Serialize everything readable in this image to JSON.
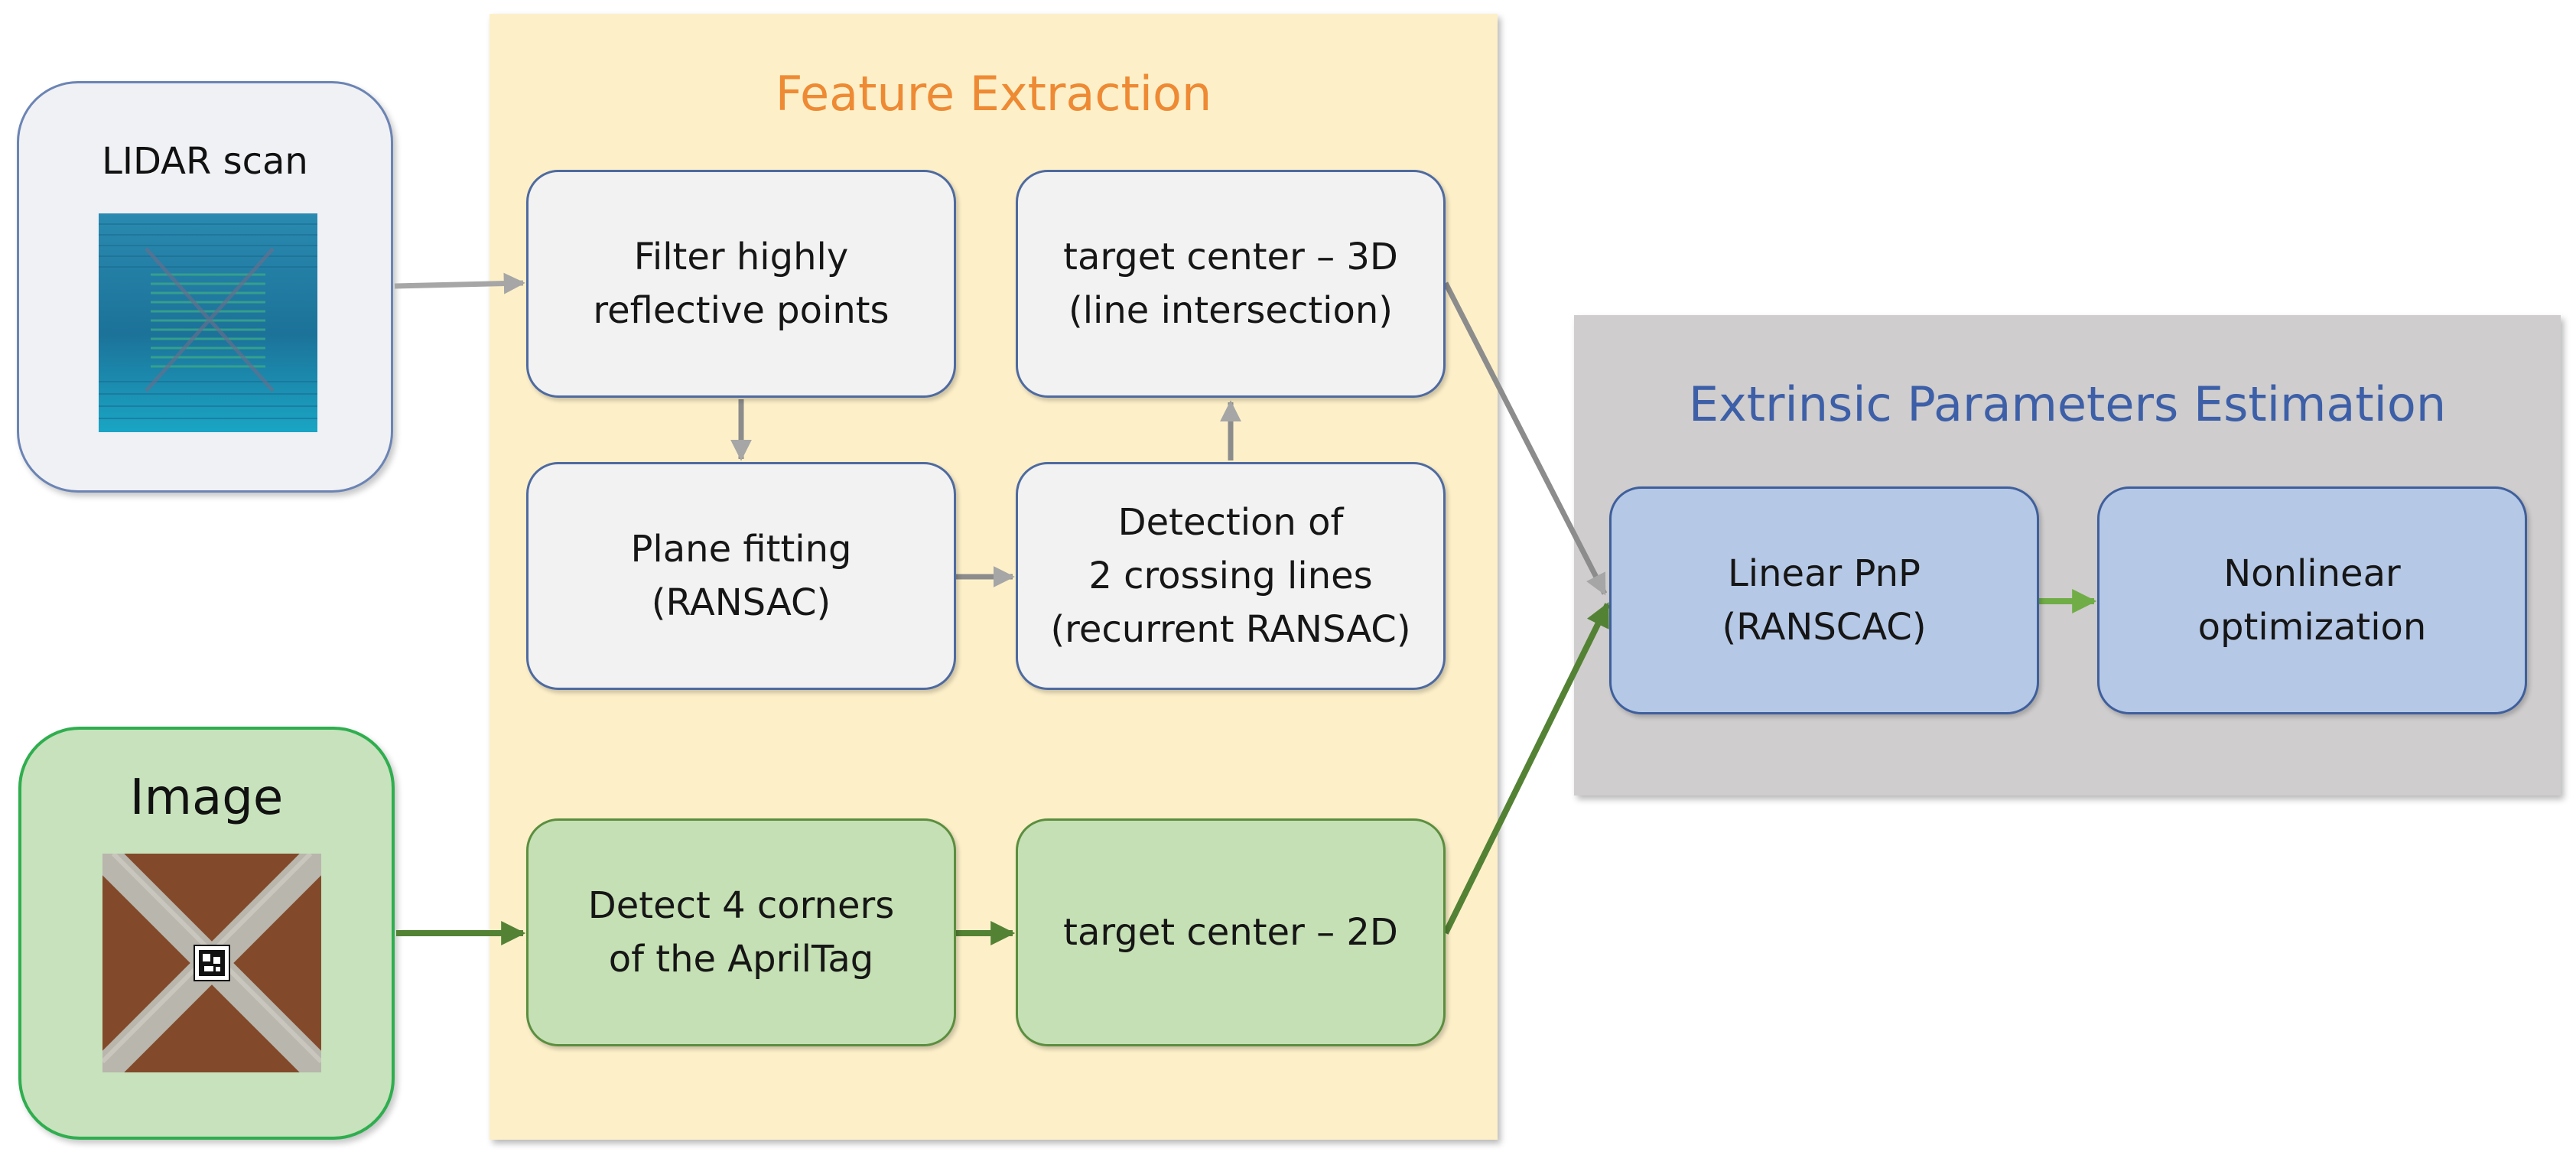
{
  "panels": {
    "feature_extraction": "Feature Extraction",
    "extrinsic_estimation": "Extrinsic Parameters Estimation"
  },
  "inputs": {
    "lidar": "LIDAR scan",
    "image": "Image"
  },
  "nodes": {
    "filter": [
      "Filter highly",
      "reflective points"
    ],
    "target_3d": [
      "target center – 3D",
      "(line intersection)"
    ],
    "plane": [
      "Plane fitting",
      "(RANSAC)"
    ],
    "detection": [
      "Detection of",
      "2 crossing lines",
      "(recurrent RANSAC)"
    ],
    "corners": [
      "Detect 4 corners",
      "of the AprilTag"
    ],
    "target_2d": [
      "target center – 2D"
    ],
    "linear_pnp": [
      "Linear PnP",
      "(RANSCAC)"
    ],
    "nonlinear": [
      "Nonlinear",
      "optimization"
    ]
  },
  "colors": {
    "gray_arrow": "#a6a6a6",
    "green_arrow": "#548235",
    "light_green_arrow": "#70ad47",
    "feature_title": "#ee8a34",
    "extrinsic_title": "#3d5fa8"
  }
}
